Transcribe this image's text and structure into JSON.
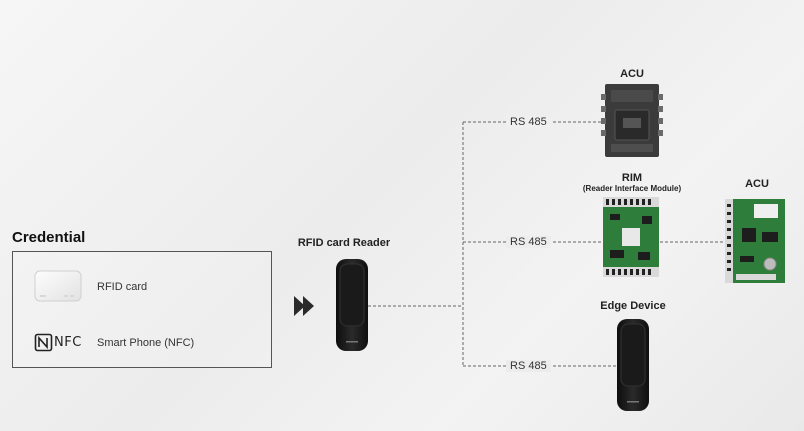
{
  "credential": {
    "title": "Credential",
    "items": [
      {
        "label": "RFID card",
        "icon": "rfid-card-icon"
      },
      {
        "label": "Smart Phone (NFC)",
        "icon": "nfc-icon",
        "logo_text": "NFC"
      }
    ]
  },
  "reader": {
    "title": "RFID card Reader"
  },
  "devices": [
    {
      "title": "ACU",
      "link": "RS 485"
    },
    {
      "title": "RIM",
      "subtitle": "(Reader Interface Module)",
      "link": "RS 485"
    },
    {
      "title": "ACU"
    },
    {
      "title": "Edge Device",
      "link": "RS 485"
    }
  ],
  "colors": {
    "line": "#666666",
    "device_dark": "#1c1c1c",
    "board_green": "#2f7d3a"
  }
}
